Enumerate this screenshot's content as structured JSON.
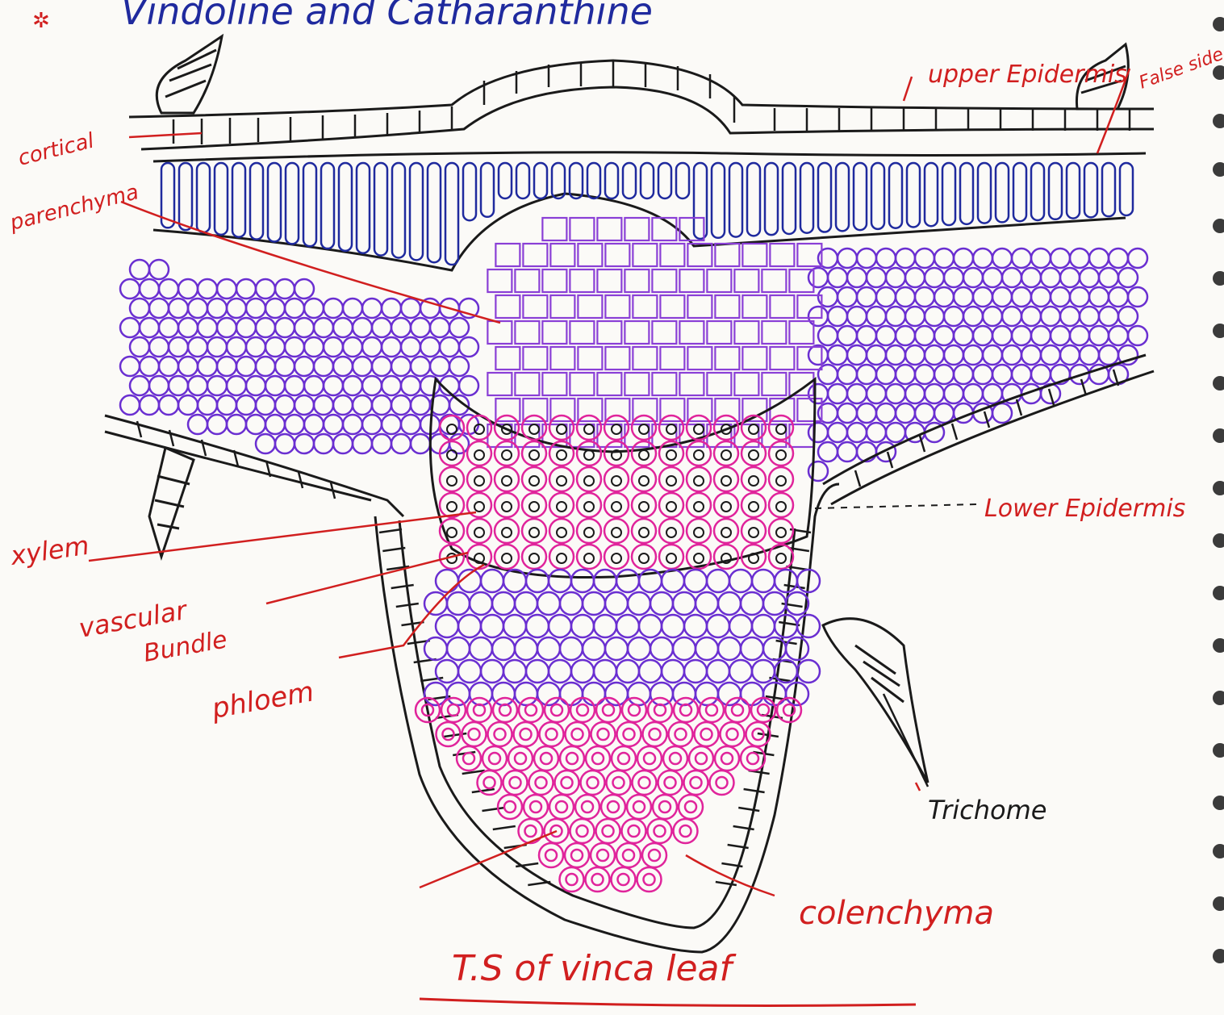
{
  "header_text": "Vindoline and Catharanthine",
  "title": "T.S of vinca leaf",
  "labels": {
    "upper_epidermis": "upper Epidermis",
    "false_side": "False side",
    "cortical": "cortical",
    "parenchyma": "parenchyma",
    "lower_epidermis": "Lower Epidermis",
    "xylem": "xylem",
    "vascular": "vascular",
    "bundle": "Bundle",
    "phloem": "phloem",
    "trichome": "Trichome",
    "colenchyma": "colenchyma"
  },
  "colors": {
    "label": "#d11f1f",
    "palisade": "#1f2a9e",
    "spongy": "#6a2fd1",
    "parenchyma_core": "#8a3fd6",
    "collenchyma": "#e0249b",
    "outline": "#1a1a1a"
  }
}
